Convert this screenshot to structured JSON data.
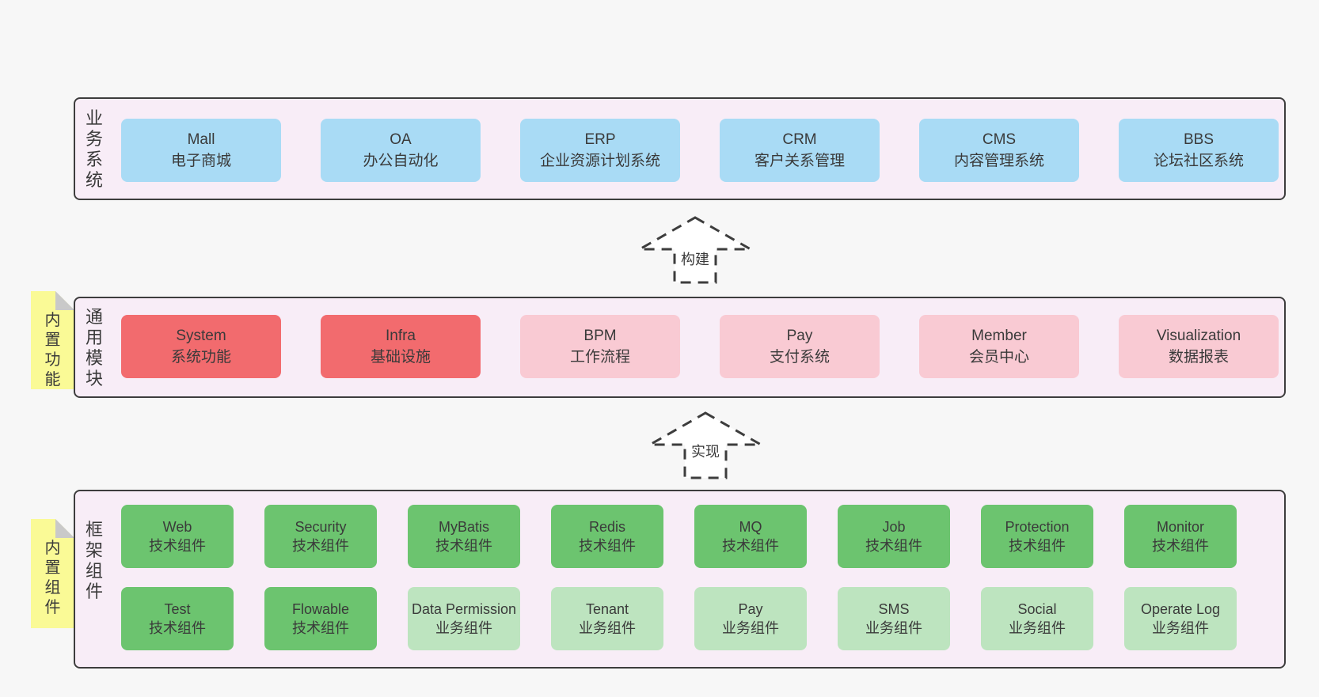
{
  "colors": {
    "page_bg": "#f7f7f7",
    "container_bg": "#f8edf7",
    "container_border": "#3d3d3d",
    "box_blue": "#a9dbf5",
    "box_red": "#f26b6e",
    "box_pink": "#f9cad3",
    "box_green": "#6cc46f",
    "box_green_light": "#bde4bf",
    "sticky_yellow": "#fafa96",
    "fold_gray": "#c9c9c9",
    "text": "#3a3a3a"
  },
  "arrows": {
    "build": {
      "label": "构建"
    },
    "implement": {
      "label": "实现"
    }
  },
  "sections": {
    "business": {
      "label": "业务系统",
      "boxes": [
        {
          "title": "Mall",
          "subtitle": "电子商城"
        },
        {
          "title": "OA",
          "subtitle": "办公自动化"
        },
        {
          "title": "ERP",
          "subtitle": "企业资源计划系统"
        },
        {
          "title": "CRM",
          "subtitle": "客户关系管理"
        },
        {
          "title": "CMS",
          "subtitle": "内容管理系统"
        },
        {
          "title": "BBS",
          "subtitle": "论坛社区系统"
        }
      ]
    },
    "modules": {
      "label": "通用模块",
      "sticky": "内置功能",
      "boxes": [
        {
          "title": "System",
          "subtitle": "系统功能"
        },
        {
          "title": "Infra",
          "subtitle": "基础设施"
        },
        {
          "title": "BPM",
          "subtitle": "工作流程"
        },
        {
          "title": "Pay",
          "subtitle": "支付系统"
        },
        {
          "title": "Member",
          "subtitle": "会员中心"
        },
        {
          "title": "Visualization",
          "subtitle": "数据报表"
        }
      ]
    },
    "framework": {
      "label": "框架组件",
      "sticky": "内置组件",
      "rows": [
        [
          {
            "title": "Web",
            "subtitle": "技术组件"
          },
          {
            "title": "Security",
            "subtitle": "技术组件"
          },
          {
            "title": "MyBatis",
            "subtitle": "技术组件"
          },
          {
            "title": "Redis",
            "subtitle": "技术组件"
          },
          {
            "title": "MQ",
            "subtitle": "技术组件"
          },
          {
            "title": "Job",
            "subtitle": "技术组件"
          },
          {
            "title": "Protection",
            "subtitle": "技术组件"
          },
          {
            "title": "Monitor",
            "subtitle": "技术组件"
          }
        ],
        [
          {
            "title": "Test",
            "subtitle": "技术组件"
          },
          {
            "title": "Flowable",
            "subtitle": "技术组件"
          },
          {
            "title": "Data Permission",
            "subtitle": "业务组件"
          },
          {
            "title": "Tenant",
            "subtitle": "业务组件"
          },
          {
            "title": "Pay",
            "subtitle": "业务组件"
          },
          {
            "title": "SMS",
            "subtitle": "业务组件"
          },
          {
            "title": "Social",
            "subtitle": "业务组件"
          },
          {
            "title": "Operate Log",
            "subtitle": "业务组件"
          }
        ]
      ]
    }
  }
}
